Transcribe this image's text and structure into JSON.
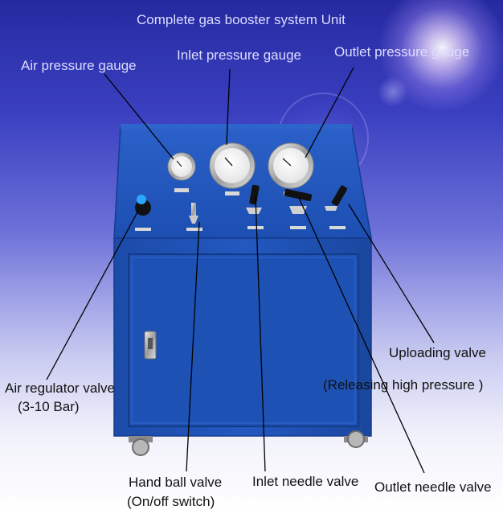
{
  "title": "Complete gas booster system Unit",
  "labels": {
    "air_pressure_gauge": "Air pressure gauge",
    "inlet_pressure_gauge": "Inlet pressure gauge",
    "outlet_pressure_gauge": "Outlet pressure gauge",
    "uploading_valve": "Uploading valve",
    "releasing_high_pressure": "(Releasing high pressure )",
    "air_regulator_valve": "Air regulator valve",
    "air_regulator_range": "(3-10 Bar)",
    "hand_ball_valve": "Hand ball valve",
    "hand_ball_valve_note": "(On/off switch)",
    "inlet_needle_valve": "Inlet needle valve",
    "outlet_needle_valve": "Outlet needle valve"
  },
  "colors": {
    "cabinet_blue": "#1f52b8",
    "cabinet_dark": "#153c8e",
    "label_light": "#dcdcff",
    "label_dark": "#111111"
  }
}
